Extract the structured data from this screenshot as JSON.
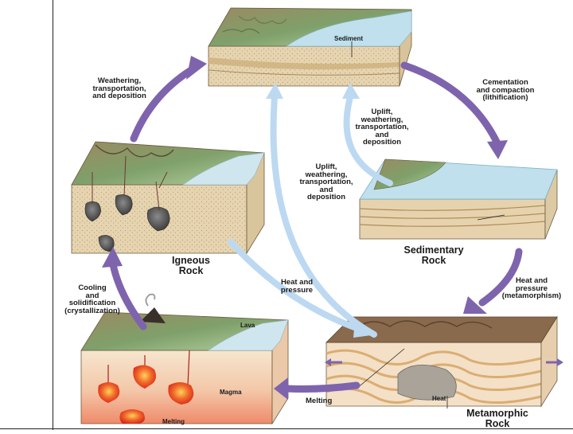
{
  "labels": {
    "sediment": "Sediment",
    "weathering_1": "Weathering,",
    "weathering_2": "transportation,",
    "weathering_3": "and deposition",
    "cementation_1": "Cementation",
    "cementation_2": "and compaction",
    "cementation_3": "(lithification)",
    "uplift_a_1": "Uplift,",
    "uplift_a_2": "weathering,",
    "uplift_a_3": "transportation,",
    "uplift_a_4": "and",
    "uplift_a_5": "deposition",
    "uplift_b_1": "Uplift,",
    "uplift_b_2": "weathering,",
    "uplift_b_3": "transportation,",
    "uplift_b_4": "and",
    "uplift_b_5": "deposition",
    "sedimentary_1": "Sedimentary",
    "sedimentary_2": "Rock",
    "igneous_1": "Igneous",
    "igneous_2": "Rock",
    "heat_pressure_1": "Heat and",
    "heat_pressure_2": "pressure",
    "heat_meta_1": "Heat and",
    "heat_meta_2": "pressure",
    "heat_meta_3": "(metamorphism)",
    "cooling_1": "Cooling",
    "cooling_2": "and",
    "cooling_3": "solidification",
    "cooling_4": "(crystallization)",
    "lava": "Lava",
    "magma": "Magma",
    "melting_arrow": "Melting",
    "melting_bottom": "Melting",
    "heat": "Heat",
    "metamorphic_1": "Metamorphic",
    "metamorphic_2": "Rock"
  },
  "colors": {
    "main_arrow": "#7e64ad",
    "secondary_arrow": "#bcd9f1",
    "water": "#bfe0ec",
    "sand": "#e8d6b4",
    "magma": "#e8432a"
  }
}
